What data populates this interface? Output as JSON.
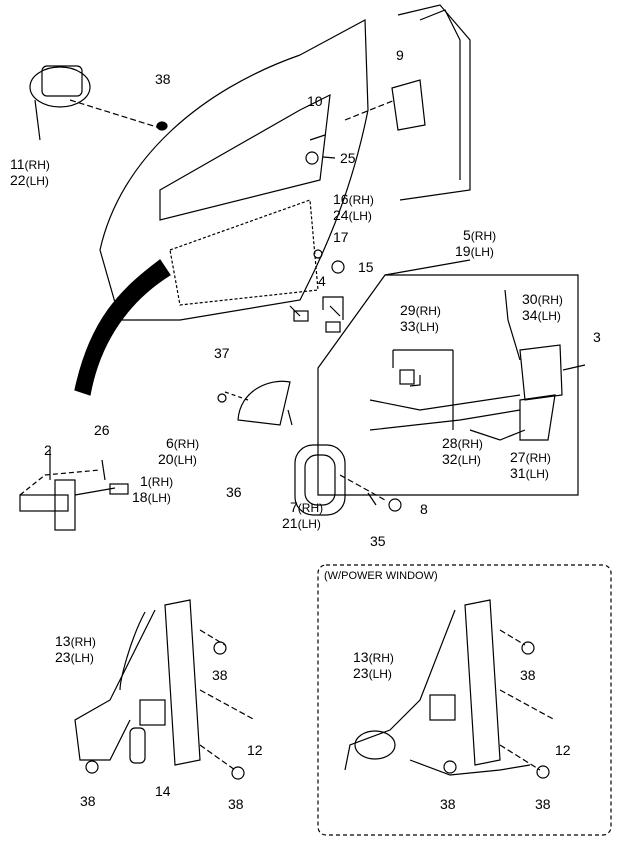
{
  "labels": {
    "p38a": "38",
    "p11": "11",
    "p11s": "(RH)",
    "p22": "22",
    "p22s": "(LH)",
    "p9": "9",
    "p10": "10",
    "p25": "25",
    "p16": "16",
    "p16s": "(RH)",
    "p24": "24",
    "p24s": "(LH)",
    "p17": "17",
    "p15": "15",
    "p5": "5",
    "p5s": "(RH)",
    "p19": "19",
    "p19s": "(LH)",
    "p4": "4",
    "p3": "3",
    "p30": "30",
    "p30s": "(RH)",
    "p34": "34",
    "p34s": "(LH)",
    "p29": "29",
    "p29s": "(RH)",
    "p33": "33",
    "p33s": "(LH)",
    "p37": "37",
    "p28": "28",
    "p28s": "(RH)",
    "p32": "32",
    "p32s": "(LH)",
    "p27": "27",
    "p27s": "(RH)",
    "p31": "31",
    "p31s": "(LH)",
    "p2": "2",
    "p26": "26",
    "p6": "6",
    "p6s": "(RH)",
    "p20": "20",
    "p20s": "(LH)",
    "p1": "1",
    "p1s": "(RH)",
    "p18": "18",
    "p18s": "(LH)",
    "p36": "36",
    "p7": "7",
    "p7s": "(RH)",
    "p21": "21",
    "p21s": "(LH)",
    "p8": "8",
    "p35": "35",
    "p13a": "13",
    "p13as": "(RH)",
    "p23a": "23",
    "p23as": "(LH)",
    "p38b": "38",
    "p12a": "12",
    "p38c": "38",
    "p14": "14",
    "p38d": "38",
    "p13b": "13",
    "p13bs": "(RH)",
    "p23b": "23",
    "p23bs": "(LH)",
    "p38e": "38",
    "p12b": "12",
    "p38f": "38",
    "p38g": "38"
  },
  "power_window_box_title": "(W/POWER WINDOW)"
}
